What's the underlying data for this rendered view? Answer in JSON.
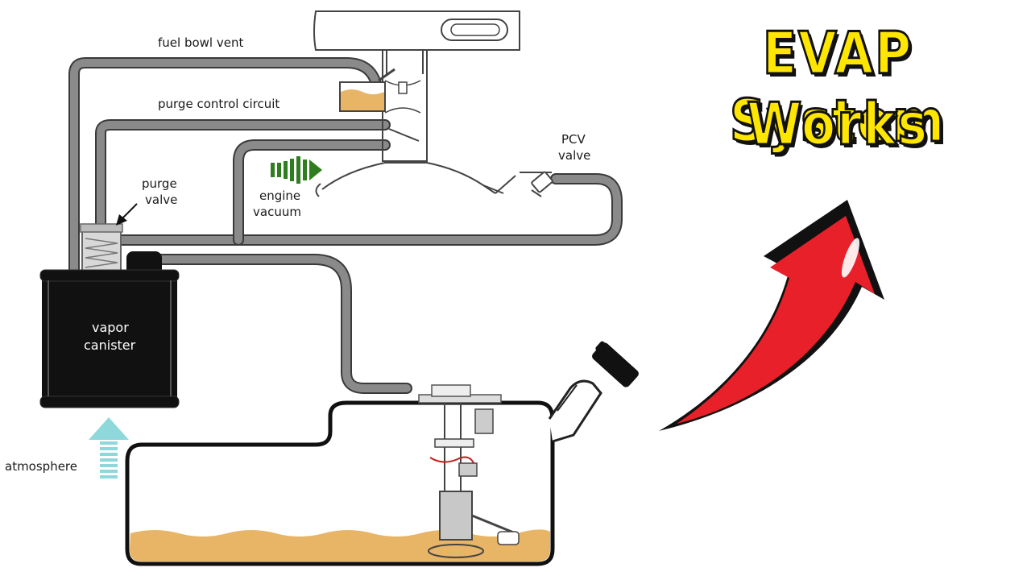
{
  "headline": {
    "line1": "EVAP System",
    "line2": "Works"
  },
  "labels": {
    "fuel_bowl_vent": "fuel bowl vent",
    "purge_control_circuit": "purge control circuit",
    "pcv_valve_1": "PCV",
    "pcv_valve_2": "valve",
    "purge_valve_1": "purge",
    "purge_valve_2": "valve",
    "engine_vacuum_1": "engine",
    "engine_vacuum_2": "vacuum",
    "vapor_canister_1": "vapor",
    "vapor_canister_2": "canister",
    "atmosphere": "atmosphere"
  },
  "colors": {
    "headline_fill": "#ffe600",
    "headline_outline": "#111111",
    "hose": "#8a8a8a",
    "fuel": "#e8b567",
    "canister": "#111111",
    "engine_vacuum_arrow": "#2e7d1e",
    "atmosphere_arrow": "#8ed8dc",
    "big_arrow": "#e8202a"
  },
  "icons": {
    "big_arrow": "curved-up-arrow-icon",
    "engine_vacuum": "green-flow-arrow-icon",
    "atmosphere": "cyan-up-arrow-icon"
  }
}
